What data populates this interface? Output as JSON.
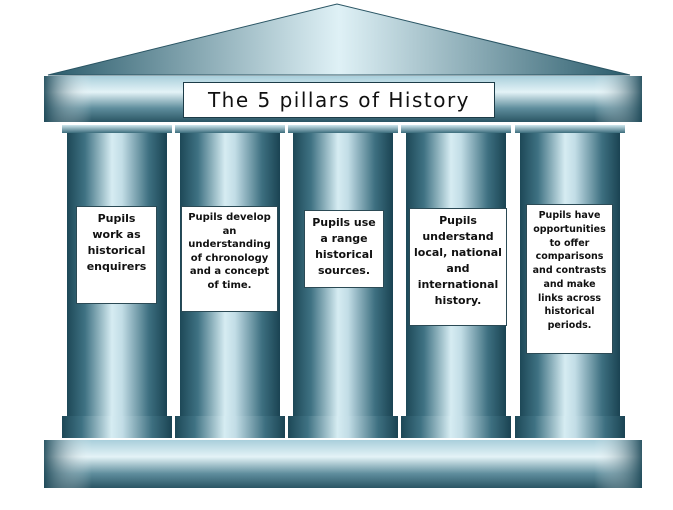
{
  "title": "The 5 pillars of History",
  "pillars": [
    {
      "text": "Pupils work as historical enquirers"
    },
    {
      "text": "Pupils develop an understanding of chronology and a concept of time."
    },
    {
      "text": "Pupils use a range historical sources."
    },
    {
      "text": "Pupils understand local, national and international history."
    },
    {
      "text": "Pupils have opportunities to offer comparisons and contrasts and make links across historical periods."
    }
  ],
  "colors": {
    "steel_dark": "#1f4e5e",
    "steel_mid": "#5c8a99",
    "steel_light": "#d4ebf1"
  }
}
